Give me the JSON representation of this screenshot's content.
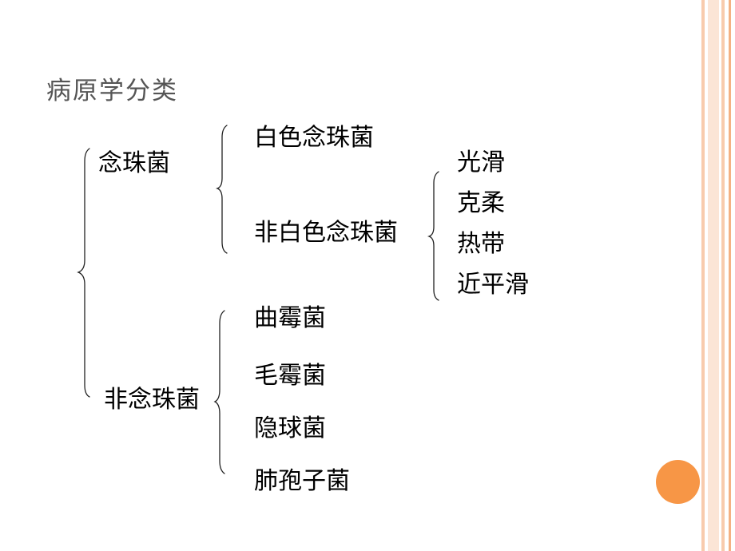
{
  "slide": {
    "title": "病原学分类",
    "accent_color": "#f79646",
    "frame_color": "#f4b183"
  },
  "tree": {
    "group1": {
      "label": "念珠菌",
      "items": [
        "白色念珠菌",
        "非白色念珠菌"
      ]
    },
    "group1_sub": [
      "光滑",
      "克柔",
      "热带",
      "近平滑"
    ],
    "group2": {
      "label": "非念珠菌",
      "items": [
        "曲霉菌",
        "毛霉菌",
        "隐球菌",
        "肺孢子菌"
      ]
    }
  }
}
